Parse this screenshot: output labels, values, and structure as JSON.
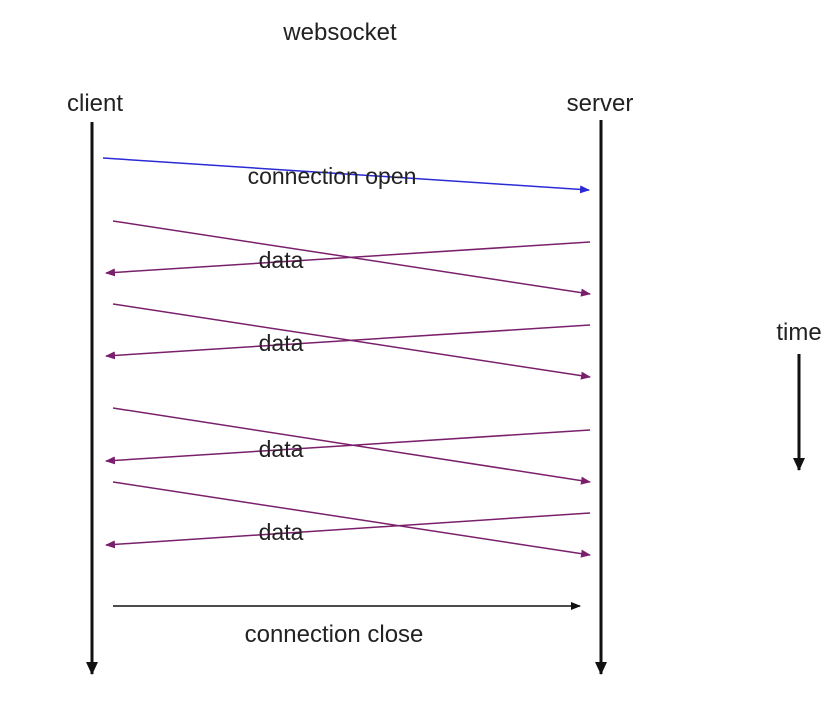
{
  "title": "websocket",
  "endpoints": {
    "client": "client",
    "server": "server"
  },
  "time_label": "time",
  "messages": [
    {
      "label": "connection open",
      "direction": "client-to-server",
      "color": "#2b2bd6"
    },
    {
      "label": "data",
      "direction": "bidirectional",
      "color": "#7a1f6b"
    },
    {
      "label": "data",
      "direction": "bidirectional",
      "color": "#7a1f6b"
    },
    {
      "label": "data",
      "direction": "bidirectional",
      "color": "#7a1f6b"
    },
    {
      "label": "data",
      "direction": "bidirectional",
      "color": "#7a1f6b"
    },
    {
      "label": "connection close",
      "direction": "client-to-server",
      "color": "#111111"
    }
  ],
  "colors": {
    "lifeline": "#111111",
    "open_arrow": "#2b2bd6",
    "data_arrow": "#7a1f6b",
    "close_arrow": "#111111"
  }
}
